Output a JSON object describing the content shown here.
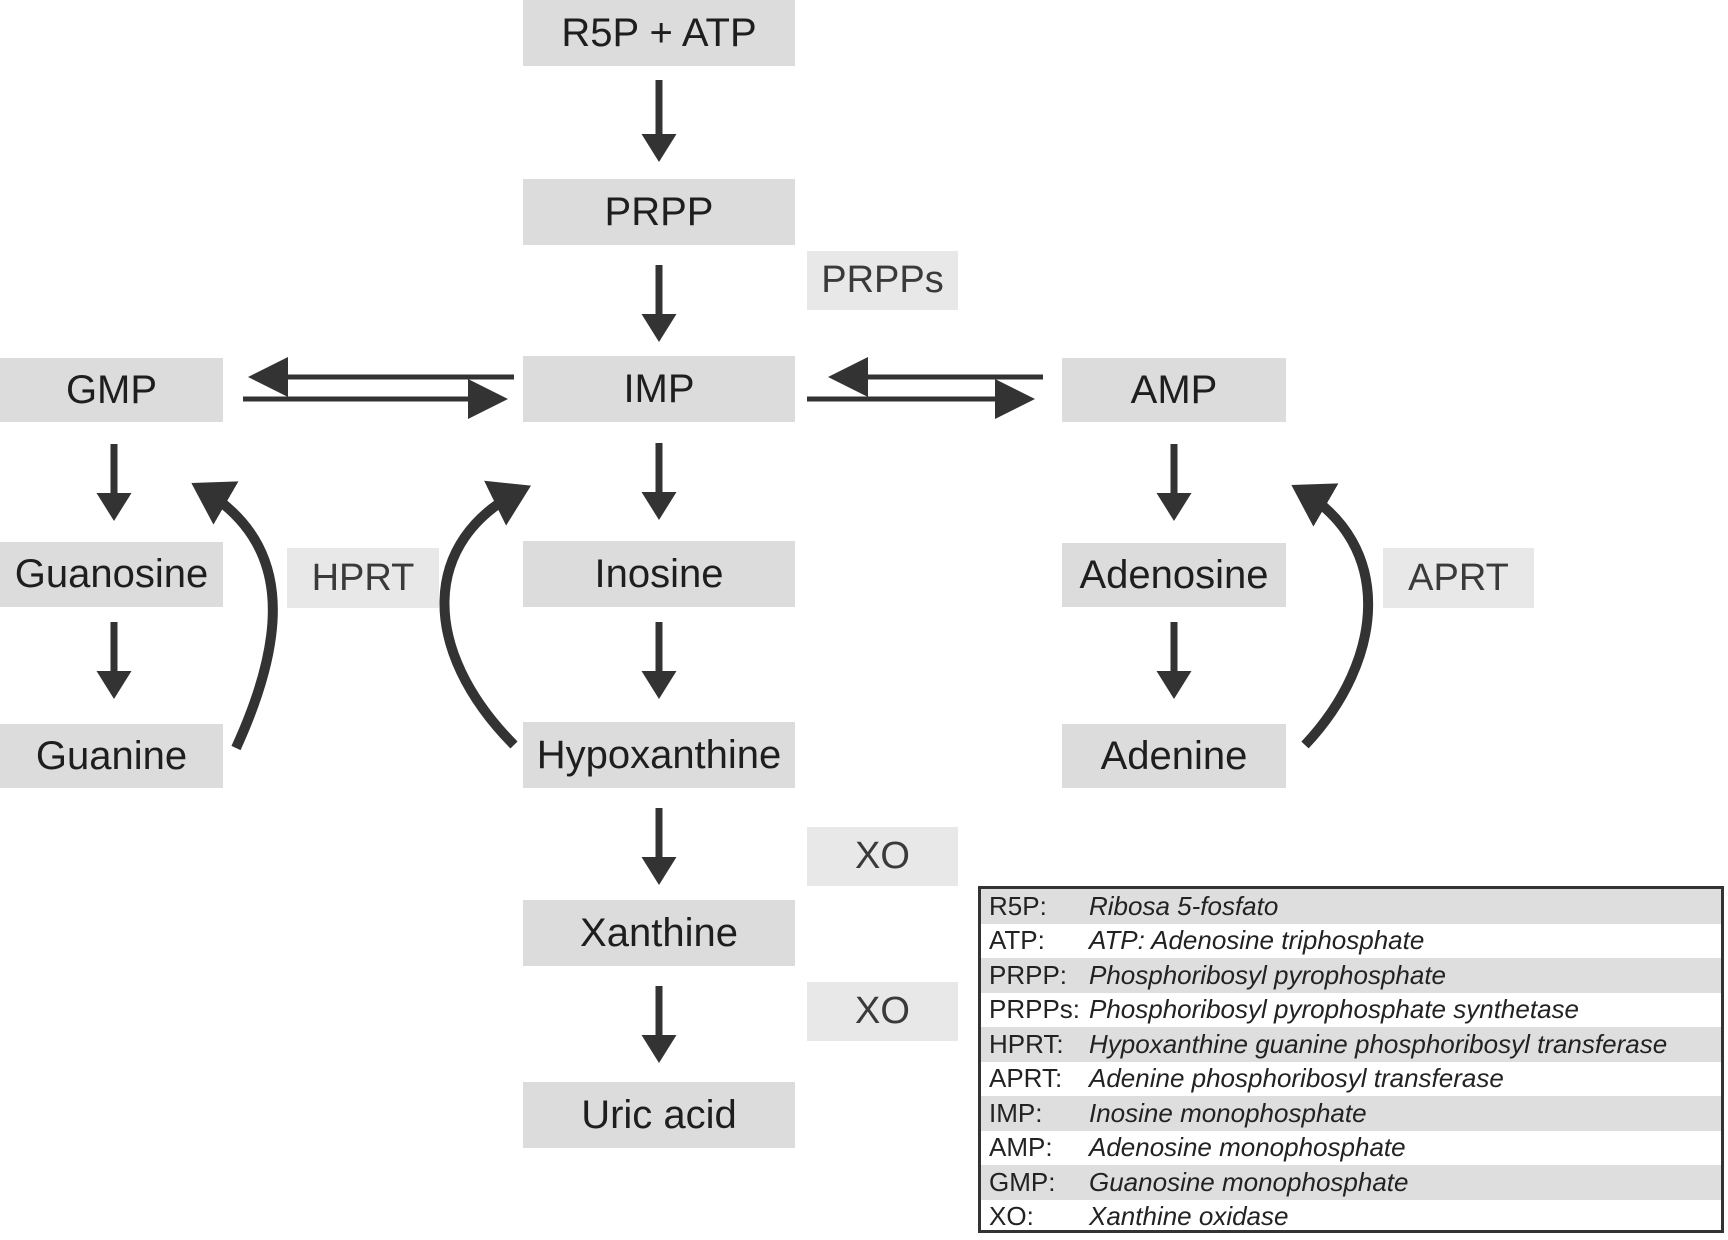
{
  "nodes": {
    "r5p_atp": "R5P + ATP",
    "prpp": "PRPP",
    "imp": "IMP",
    "gmp": "GMP",
    "amp": "AMP",
    "guanosine": "Guanosine",
    "guanine": "Guanine",
    "inosine": "Inosine",
    "hypoxanthine": "Hypoxanthine",
    "adenosine": "Adenosine",
    "adenine": "Adenine",
    "xanthine": "Xanthine",
    "uric_acid": "Uric acid"
  },
  "enzymes": {
    "prpps": "PRPPs",
    "hprt": "HPRT",
    "aprt": "APRT",
    "xo1": "XO",
    "xo2": "XO"
  },
  "legend": [
    {
      "abbr": "R5P:",
      "def": "Ribosa 5-fosfato"
    },
    {
      "abbr": "ATP:",
      "def": "ATP: Adenosine triphosphate"
    },
    {
      "abbr": "PRPP:",
      "def": "Phosphoribosyl pyrophosphate"
    },
    {
      "abbr": "PRPPs:",
      "def": "Phosphoribosyl pyrophosphate synthetase"
    },
    {
      "abbr": "HPRT:",
      "def": "Hypoxanthine guanine phosphoribosyl transferase"
    },
    {
      "abbr": "APRT:",
      "def": "Adenine phosphoribosyl transferase"
    },
    {
      "abbr": "IMP:",
      "def": "Inosine monophosphate"
    },
    {
      "abbr": "AMP:",
      "def": "Adenosine monophosphate"
    },
    {
      "abbr": "GMP:",
      "def": "Guanosine monophosphate"
    },
    {
      "abbr": "XO:",
      "def": "Xanthine oxidase"
    }
  ],
  "colors": {
    "node_fill": "#dcdcdc",
    "enzyme_fill": "#e8e8e8",
    "arrow": "#333333",
    "legend_shade": "#dedede"
  }
}
